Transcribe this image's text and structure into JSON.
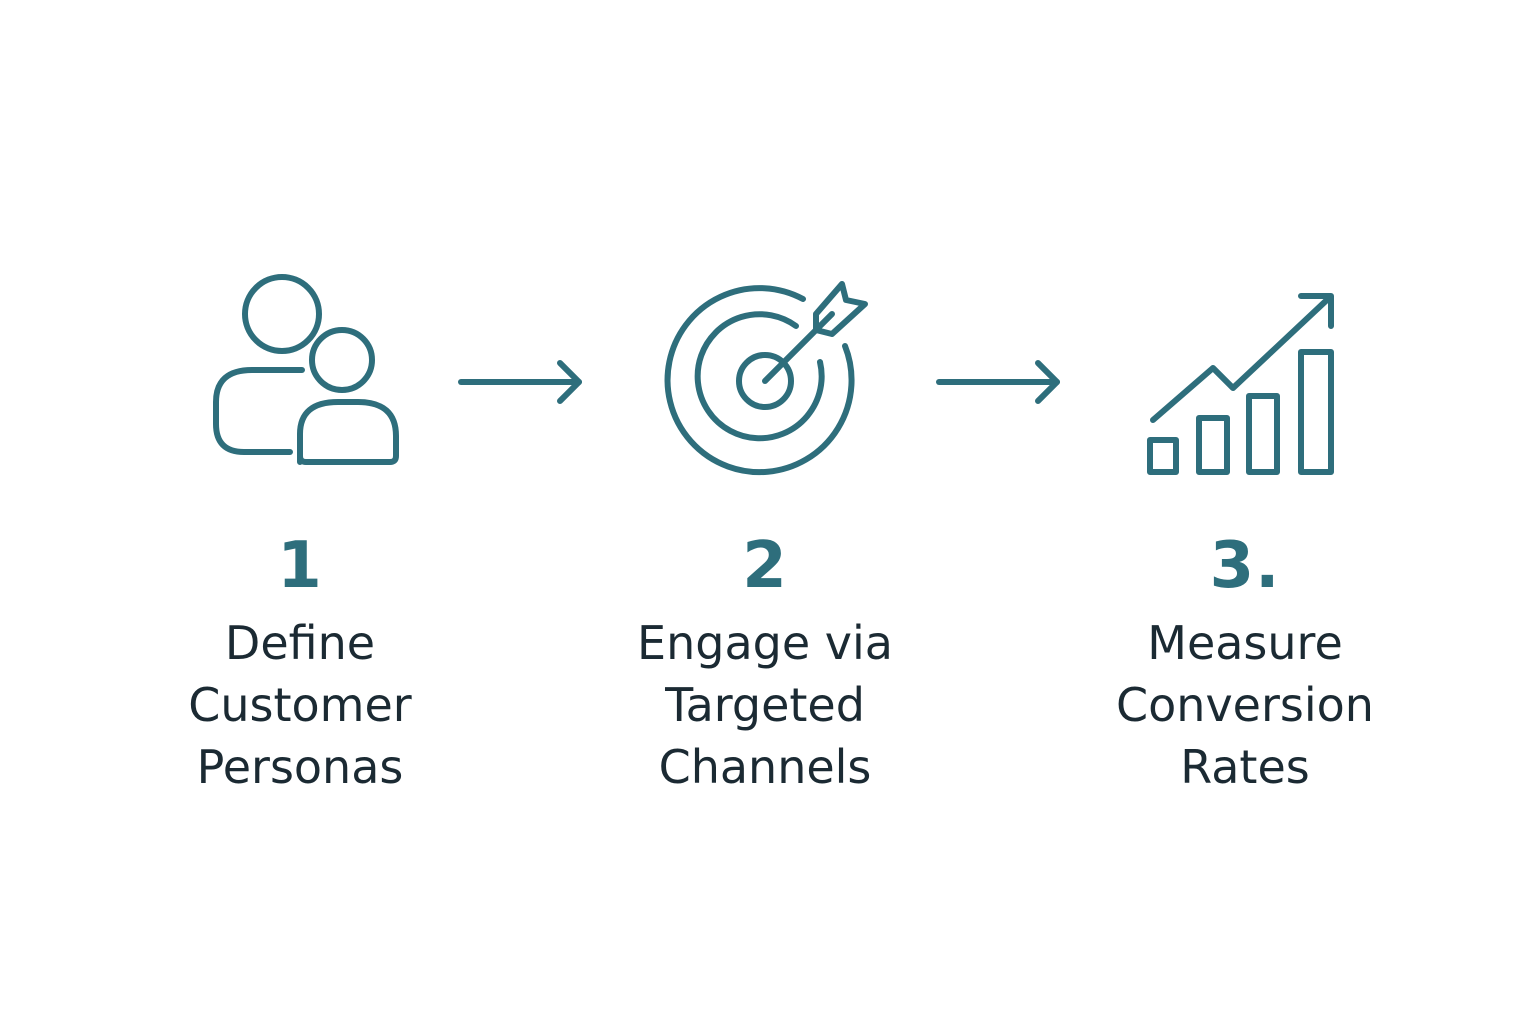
{
  "colors": {
    "accent": "#2e6e7c",
    "text": "#1b2a33",
    "background": "#ffffff"
  },
  "steps": [
    {
      "number": "1",
      "icon": "users-icon",
      "label_lines": [
        "Define",
        "Customer",
        "Personas"
      ]
    },
    {
      "number": "2",
      "icon": "target-arrow-icon",
      "label_lines": [
        "Engage via",
        "Targeted",
        "Channels"
      ]
    },
    {
      "number": "3.",
      "icon": "growth-chart-icon",
      "label_lines": [
        "Measure",
        "Conversion",
        "Rates"
      ]
    }
  ],
  "connectors": [
    "arrow-right-icon",
    "arrow-right-icon"
  ]
}
